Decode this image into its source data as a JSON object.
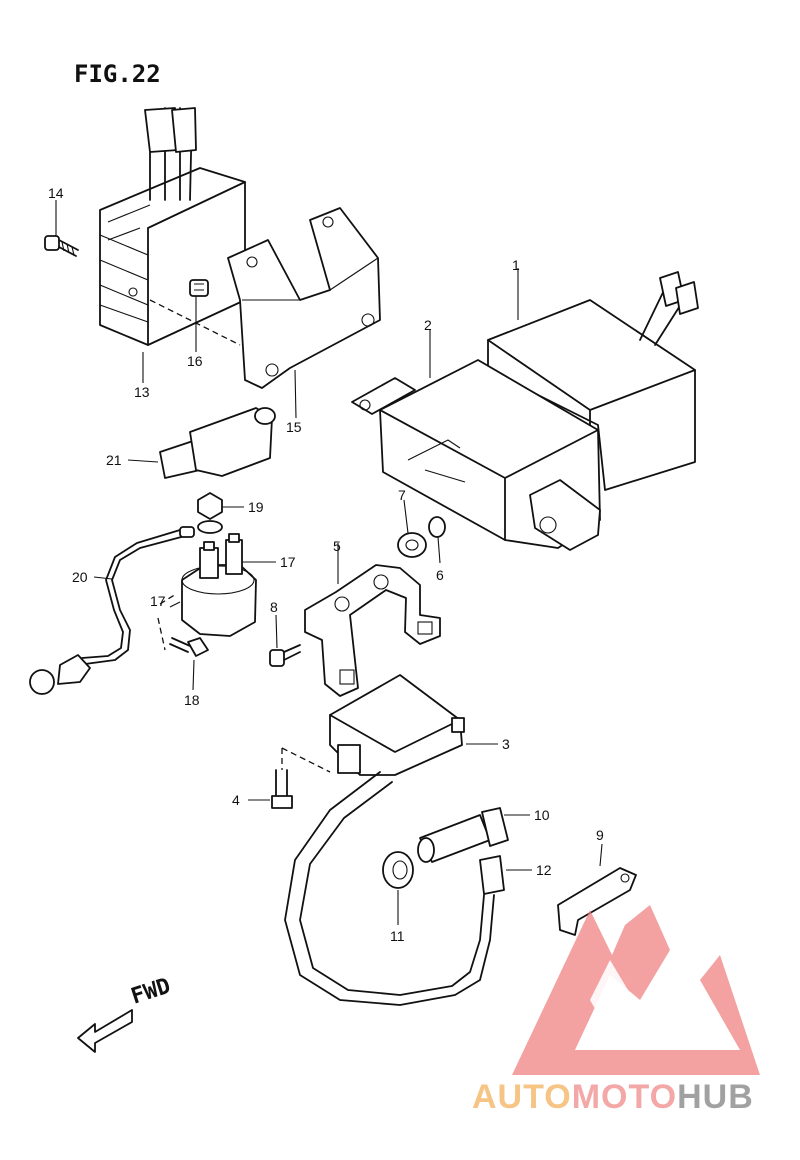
{
  "figure": {
    "title": "FIG.22",
    "direction_label": "FWD"
  },
  "callouts": [
    {
      "id": "c1",
      "text": "1"
    },
    {
      "id": "c2",
      "text": "2"
    },
    {
      "id": "c3",
      "text": "3"
    },
    {
      "id": "c4",
      "text": "4"
    },
    {
      "id": "c5",
      "text": "5"
    },
    {
      "id": "c6",
      "text": "6"
    },
    {
      "id": "c7",
      "text": "7"
    },
    {
      "id": "c8",
      "text": "8"
    },
    {
      "id": "c9",
      "text": "9"
    },
    {
      "id": "c10",
      "text": "10"
    },
    {
      "id": "c11",
      "text": "11"
    },
    {
      "id": "c12",
      "text": "12"
    },
    {
      "id": "c13",
      "text": "13"
    },
    {
      "id": "c14",
      "text": "14"
    },
    {
      "id": "c15",
      "text": "15"
    },
    {
      "id": "c16",
      "text": "16"
    },
    {
      "id": "c17",
      "text": "17"
    },
    {
      "id": "c17b",
      "text": "17"
    },
    {
      "id": "c18",
      "text": "18"
    },
    {
      "id": "c19",
      "text": "19"
    },
    {
      "id": "c20",
      "text": "20"
    },
    {
      "id": "c21",
      "text": "21"
    }
  ],
  "watermark": {
    "part1": "AUTO",
    "part2": "MOTO",
    "part3": "HUB",
    "colors": {
      "part1": "#f6c07a",
      "part2": "#f2a0a0",
      "part3": "#9a9a9a",
      "logo": "#ef7f7f"
    }
  }
}
